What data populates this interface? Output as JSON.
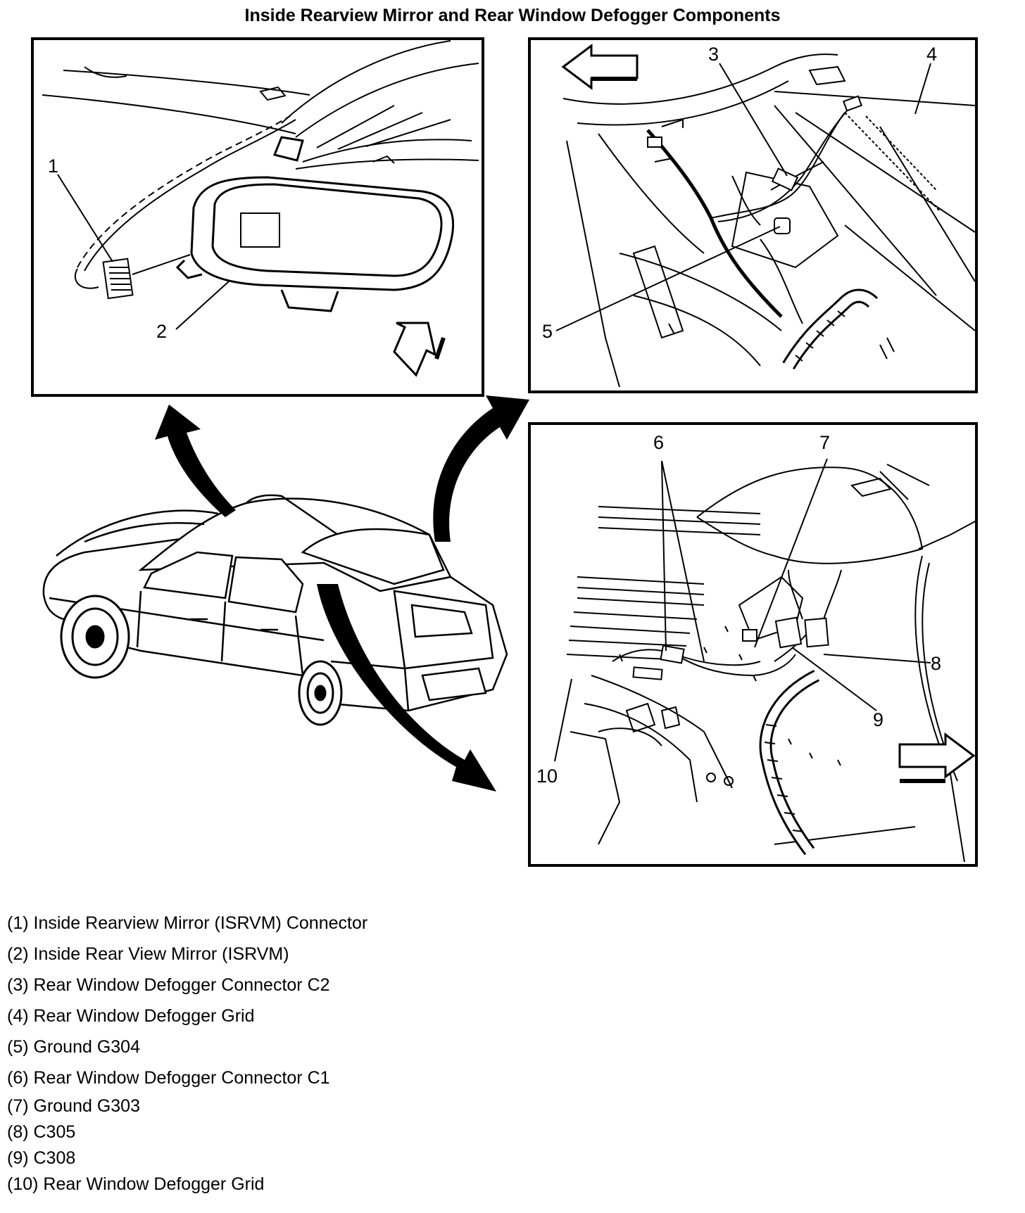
{
  "title": "Inside Rearview Mirror and Rear Window Defogger Components",
  "callouts": [
    "1",
    "2",
    "3",
    "4",
    "5",
    "6",
    "7",
    "8",
    "9",
    "10"
  ],
  "legend": [
    "(1) Inside Rearview Mirror (ISRVM) Connector",
    "(2) Inside Rear View Mirror (ISRVM)",
    "(3) Rear Window Defogger Connector C2",
    "(4) Rear Window Defogger Grid",
    "(5) Ground G304",
    "(6) Rear Window Defogger Connector C1",
    "(7) Ground G303",
    "(8) C305",
    "(9) C308",
    "(10) Rear Window Defogger Grid"
  ]
}
